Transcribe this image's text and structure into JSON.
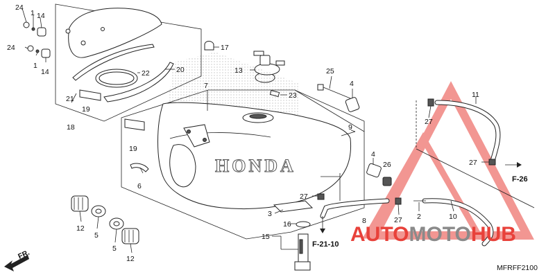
{
  "labels": {
    "n1a": "1",
    "n1b": "1",
    "n2": "2",
    "n3": "3",
    "n4a": "4",
    "n4b": "4",
    "n5a": "5",
    "n5b": "5",
    "n6": "6",
    "n7": "7",
    "n8": "8",
    "n9": "9",
    "n10": "10",
    "n11": "11",
    "n12a": "12",
    "n12b": "12",
    "n13": "13",
    "n14a": "14",
    "n14b": "14",
    "n15": "15",
    "n16": "16",
    "n17": "17",
    "n18": "18",
    "n19a": "19",
    "n19b": "19",
    "n20": "20",
    "n21": "21",
    "n22": "22",
    "n23": "23",
    "n24a": "24",
    "n24b": "24",
    "n25": "25",
    "n26": "26",
    "n27a": "27",
    "n27b": "27",
    "n27c": "27",
    "n27d": "27"
  },
  "refs": {
    "f26": "F-26",
    "f2110": "F-21-10"
  },
  "direction": "FR.",
  "tank_brand": "HONDA",
  "code": "MFRFF2100",
  "watermark": {
    "part1": "AUTO",
    "part2": "MOTO",
    "part3": "HUB",
    "color_red": "#e8413a",
    "color_grey": "#8a8a8a"
  }
}
